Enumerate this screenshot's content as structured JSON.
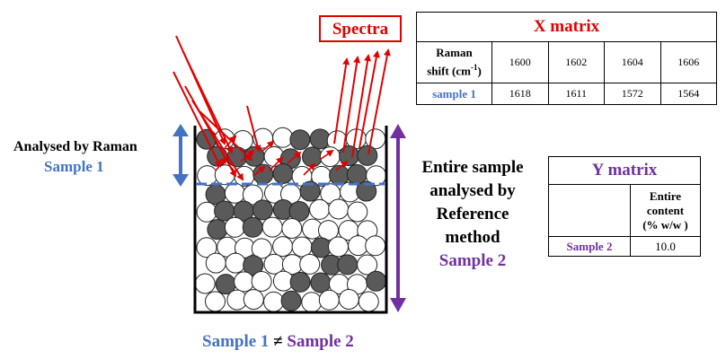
{
  "labels": {
    "analysed_by": "Analysed by Raman",
    "sample1": "Sample 1",
    "entire_lines": [
      "Entire sample",
      "analysed by",
      "Reference",
      "method"
    ],
    "sample2": "Sample 2",
    "footer_s1": "Sample 1",
    "footer_neq": "≠",
    "footer_s2": "Sample 2",
    "spectra": "Spectra"
  },
  "x_matrix": {
    "title": "X  matrix",
    "row_header_line1": "Raman",
    "row_header_line2": "shift (cm",
    "row_header_sup": "-1",
    "row_header_close": ")",
    "shifts": [
      "1600",
      "1602",
      "1604",
      "1606"
    ],
    "row_label": "sample 1",
    "values": [
      "1618",
      "1611",
      "1572",
      "1564"
    ]
  },
  "y_matrix": {
    "title": "Y matrix",
    "col_header": [
      "Entire",
      "content",
      "(% w/w )"
    ],
    "row_label": "Sample 2",
    "value": "10.0"
  },
  "colors": {
    "blue": "#4472c4",
    "purple": "#7030a0",
    "red": "#e00000",
    "dark_particle": "#5a5a5a",
    "light_particle": "#ffffff"
  }
}
